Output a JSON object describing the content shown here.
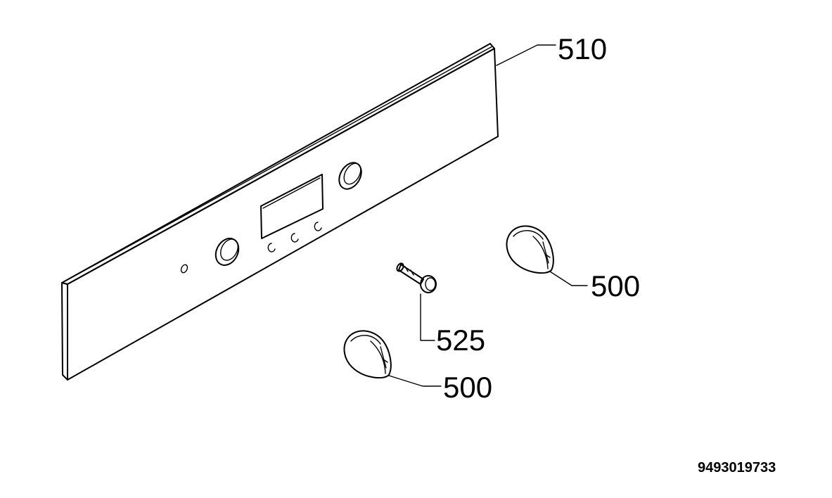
{
  "diagram": {
    "parts": [
      {
        "id": "panel",
        "label": "510"
      },
      {
        "id": "pin",
        "label": "525"
      },
      {
        "id": "knob_right",
        "label": "500"
      },
      {
        "id": "knob_left",
        "label": "500"
      }
    ],
    "document_number": "9493019733"
  }
}
